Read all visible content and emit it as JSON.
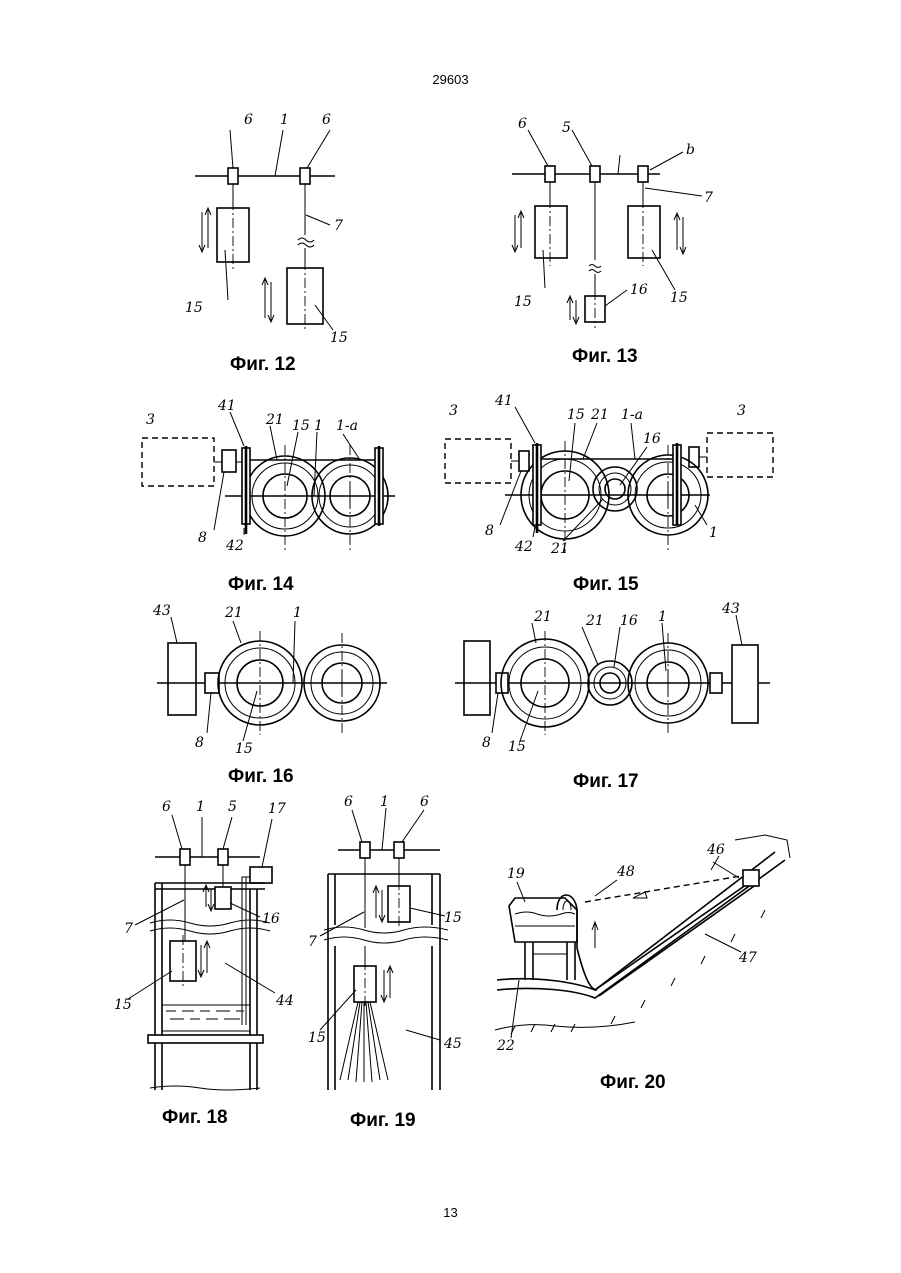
{
  "page": {
    "header": "29603",
    "footer": "13"
  },
  "figures": {
    "f12": {
      "caption": "Фиг. 12",
      "labels": {
        "a": "6",
        "b": "1",
        "c": "6",
        "d": "7",
        "e": "15",
        "f": "15"
      }
    },
    "f13": {
      "caption": "Фиг. 13",
      "labels": {
        "a": "6",
        "b": "5",
        "c": "b",
        "d": "7",
        "e": "16",
        "f": "15",
        "g": "15"
      }
    },
    "f14": {
      "caption": "Фиг. 14",
      "labels": {
        "a": "3",
        "b": "41",
        "c": "21",
        "d": "15",
        "e": "1",
        "f": "1-a",
        "g": "8",
        "h": "42"
      }
    },
    "f15": {
      "caption": "Фиг. 15",
      "labels": {
        "a": "3",
        "b": "41",
        "c": "15",
        "d": "21",
        "e": "1-a",
        "f": "16",
        "g": "3",
        "h": "8",
        "i": "42",
        "j": "21",
        "k": "1"
      }
    },
    "f16": {
      "caption": "Фиг. 16",
      "labels": {
        "a": "43",
        "b": "21",
        "c": "1",
        "d": "8",
        "e": "15"
      }
    },
    "f17": {
      "caption": "Фиг. 17",
      "labels": {
        "a": "21",
        "b": "21",
        "c": "16",
        "d": "1",
        "e": "43",
        "f": "8",
        "g": "15"
      }
    },
    "f18": {
      "caption": "Фиг. 18",
      "labels": {
        "a": "6",
        "b": "1",
        "c": "5",
        "d": "17",
        "e": "7",
        "f": "16",
        "g": "15",
        "h": "44"
      }
    },
    "f19": {
      "caption": "Фиг. 19",
      "labels": {
        "a": "6",
        "b": "1",
        "c": "6",
        "d": "7",
        "e": "15",
        "f": "15",
        "g": "45"
      }
    },
    "f20": {
      "caption": "Фиг. 20",
      "labels": {
        "a": "46",
        "b": "48",
        "c": "19",
        "d": "47",
        "e": "22"
      }
    }
  }
}
